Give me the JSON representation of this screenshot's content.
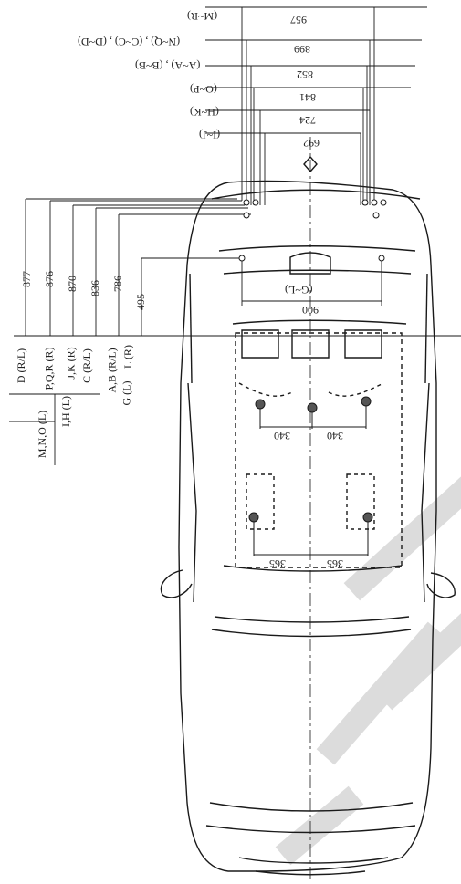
{
  "diagram": {
    "top_dimensions": [
      {
        "value": "957",
        "points": "(M~R)"
      },
      {
        "value": "899",
        "points": "(N~Q) , (C~C) , (D~D)"
      },
      {
        "value": "852",
        "points": "(A~A) , (B~B)"
      },
      {
        "value": "841",
        "points": "(O~P)"
      },
      {
        "value": "724",
        "points": "(H~K)"
      },
      {
        "value": "692",
        "points": "(I~J)"
      }
    ],
    "left_dimensions": [
      {
        "value": "877",
        "points": "D (R/L)"
      },
      {
        "value": "876",
        "points": "P,Q,R (R)"
      },
      {
        "value": "870",
        "points": "J,K (R)"
      },
      {
        "value": "836",
        "points": "C (R/L)"
      },
      {
        "value": "786",
        "points": "A,B (R/L)"
      },
      {
        "value": "495",
        "points": "L (R)"
      }
    ],
    "left_extra_labels": [
      "M,N,O (L)",
      "I,H (L)",
      "G (L)"
    ],
    "rear_span": {
      "value": "900",
      "points": "(G~L)"
    },
    "front_pair": [
      "340",
      "340"
    ],
    "rear_pair": [
      "365",
      "365"
    ]
  },
  "colors": {
    "line": "#1a1a1a",
    "watermark": "#dcdcdc"
  }
}
